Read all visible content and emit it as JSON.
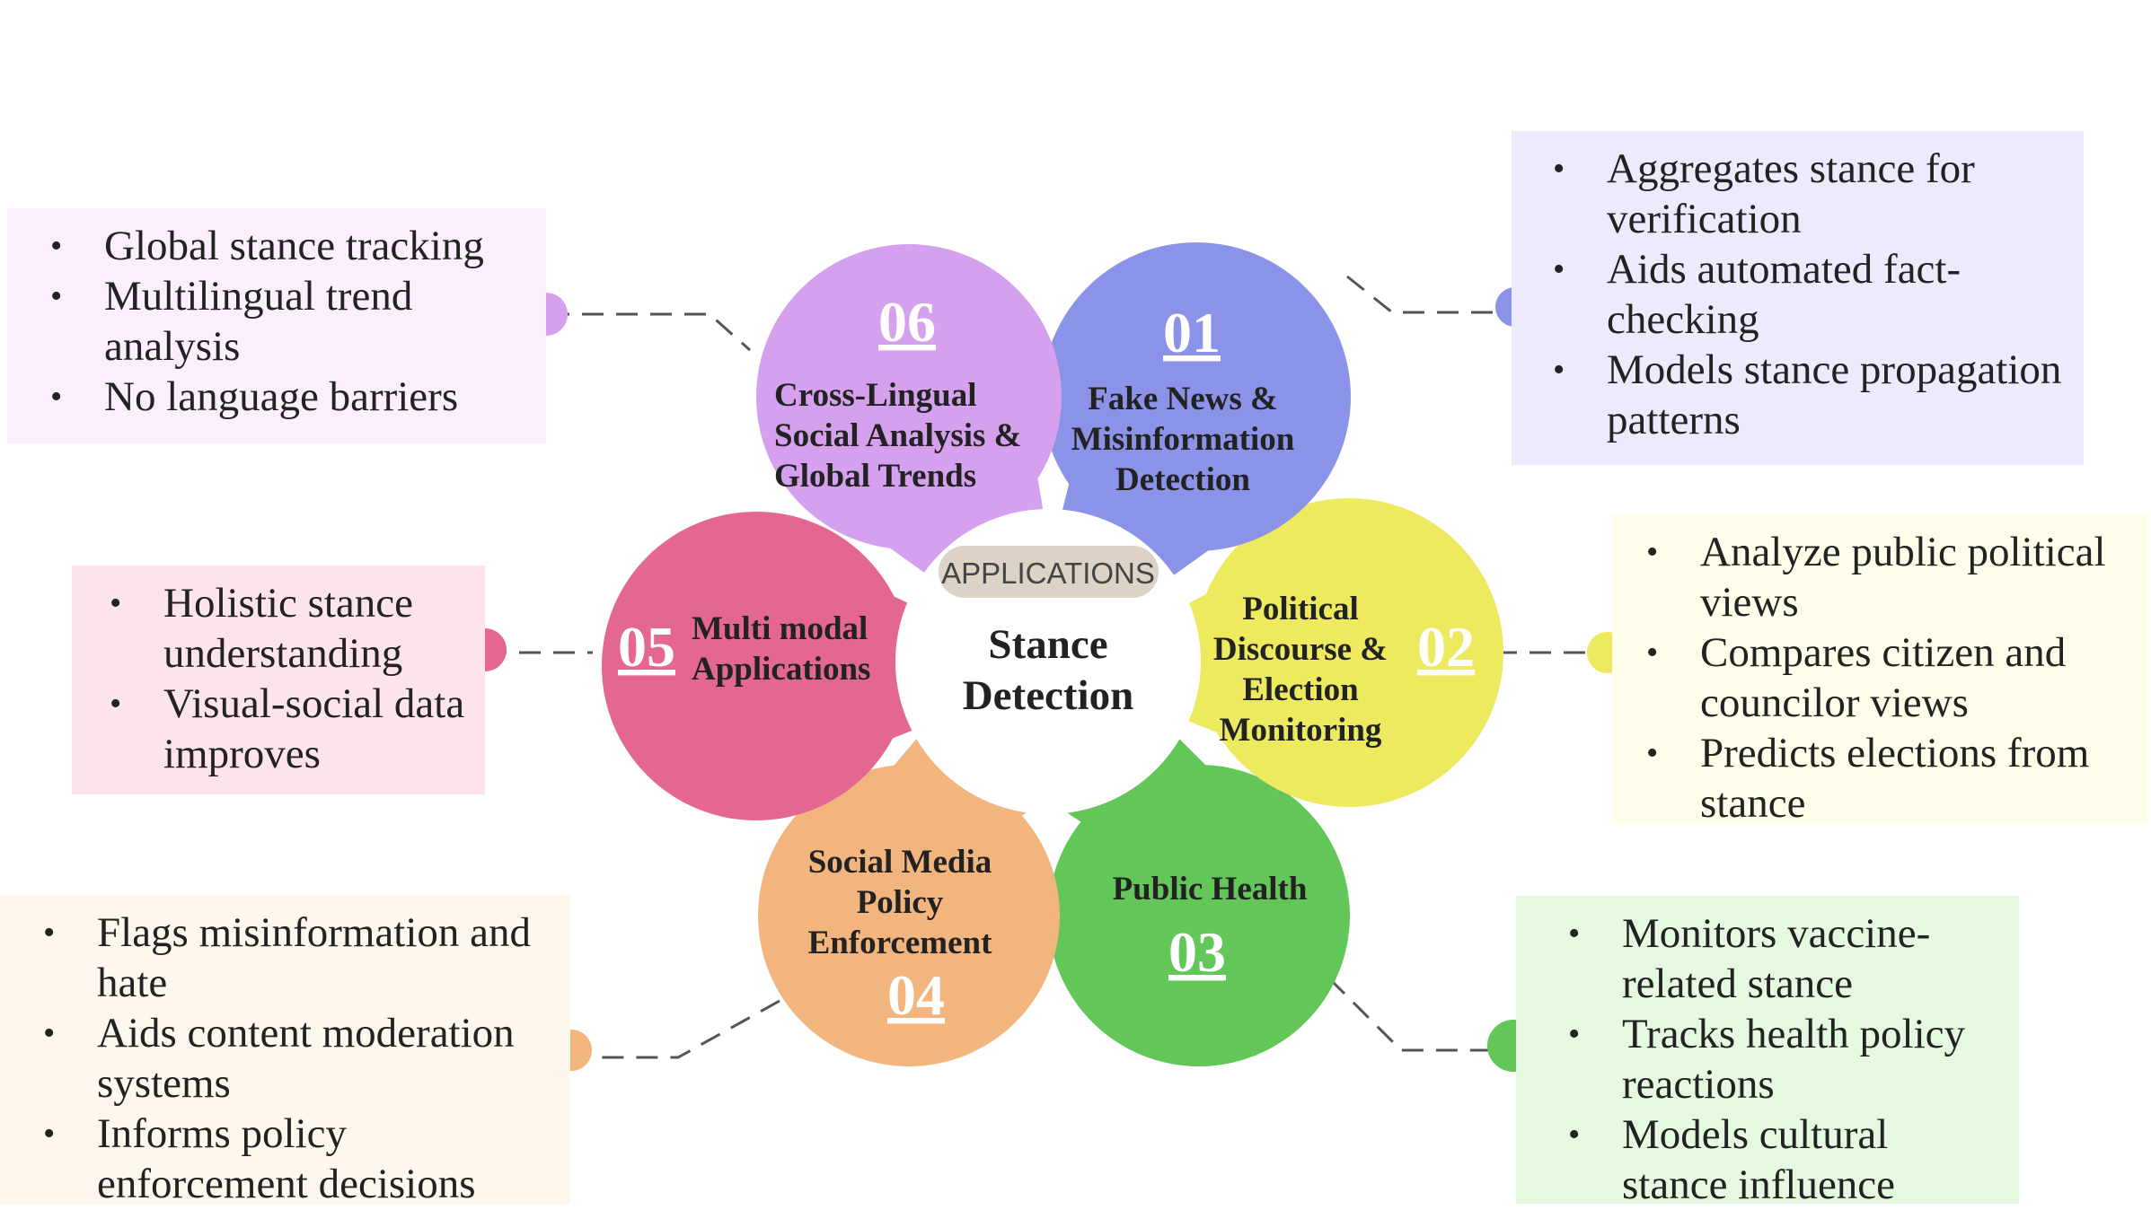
{
  "center": {
    "tag": "APPLICATIONS",
    "title_line1": "Stance",
    "title_line2": "Detection"
  },
  "petals": [
    {
      "number": "01",
      "lines": [
        "Fake News &",
        "Misinformation",
        "Detection"
      ],
      "color": "#8b93e8"
    },
    {
      "number": "02",
      "lines": [
        "Political",
        "Discourse &",
        "Election",
        "Monitoring"
      ],
      "color": "#eeea60"
    },
    {
      "number": "03",
      "lines": [
        "Public Health"
      ],
      "color": "#63c658"
    },
    {
      "number": "04",
      "lines": [
        "Social Media",
        "Policy",
        "Enforcement"
      ],
      "color": "#f2b57d"
    },
    {
      "number": "05",
      "lines": [
        "Multi modal",
        "Applications"
      ],
      "color": "#e46791"
    },
    {
      "number": "06",
      "lines": [
        "Cross-Lingual",
        "Social Analysis &",
        "Global Trends"
      ],
      "color": "#d5a1ee"
    }
  ],
  "boxes": [
    {
      "id": "01",
      "bg": "#ebebfd",
      "dot": "#8b93e8",
      "items": [
        "Aggregates stance for verification",
        "Aids automated fact-checking",
        "Models stance propagation patterns"
      ]
    },
    {
      "id": "02",
      "bg": "#fdfde9",
      "dot": "#eeea60",
      "items": [
        "Analyze public political views",
        "Compares citizen and councilor views",
        "Predicts elections from stance"
      ]
    },
    {
      "id": "03",
      "bg": "#e5f8e0",
      "dot": "#63c658",
      "items": [
        "Monitors vaccine-related stance",
        "Tracks health policy reactions",
        "Models cultural stance influence"
      ]
    },
    {
      "id": "04",
      "bg": "#fdf7ee",
      "dot": "#f2b57d",
      "items": [
        "Flags misinformation and hate",
        "Aids content moderation systems",
        "Informs policy enforcement decisions"
      ]
    },
    {
      "id": "05",
      "bg": "#fde4ea",
      "dot": "#e46791",
      "items": [
        "Holistic stance understanding",
        "Visual-social data improves"
      ]
    },
    {
      "id": "06",
      "bg": "#fbeefd",
      "dot": "#d5a1ee",
      "items": [
        "Global stance tracking",
        "Multilingual trend analysis",
        "No language barriers"
      ]
    }
  ]
}
